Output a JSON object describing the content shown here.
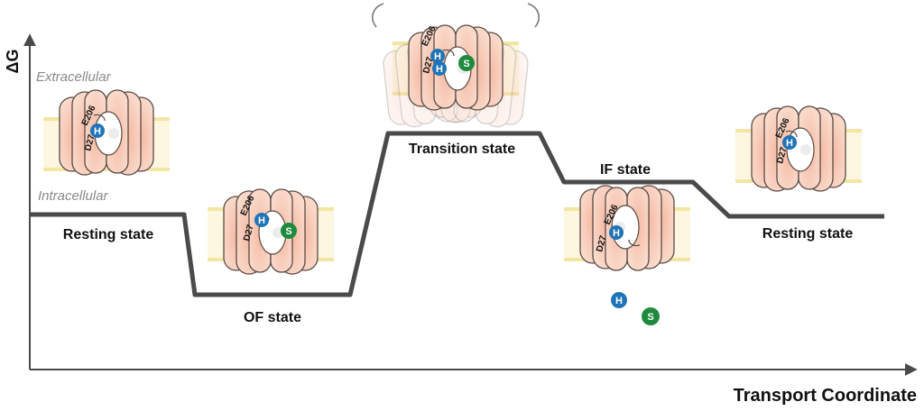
{
  "axes": {
    "y_label": "ΔG",
    "x_label": "Transport Coordinate"
  },
  "membrane": {
    "extracellular_label": "Extracellular",
    "intracellular_label": "Intracellular"
  },
  "states": [
    {
      "label": "Resting state"
    },
    {
      "label": "OF state"
    },
    {
      "label": "Transition state"
    },
    {
      "label": "IF state"
    },
    {
      "label": "Resting state"
    }
  ],
  "residues": {
    "top": "E206",
    "bottom": "D27"
  },
  "ions": {
    "proton": "H",
    "substrate": "S"
  },
  "colors": {
    "line": "#4a4a4a",
    "protein_fill": "#f7d0bd",
    "protein_stroke": "#5a4a44",
    "membrane": "#f3e6a3",
    "proton": "#1f74b8",
    "substrate": "#1f8a3e"
  }
}
